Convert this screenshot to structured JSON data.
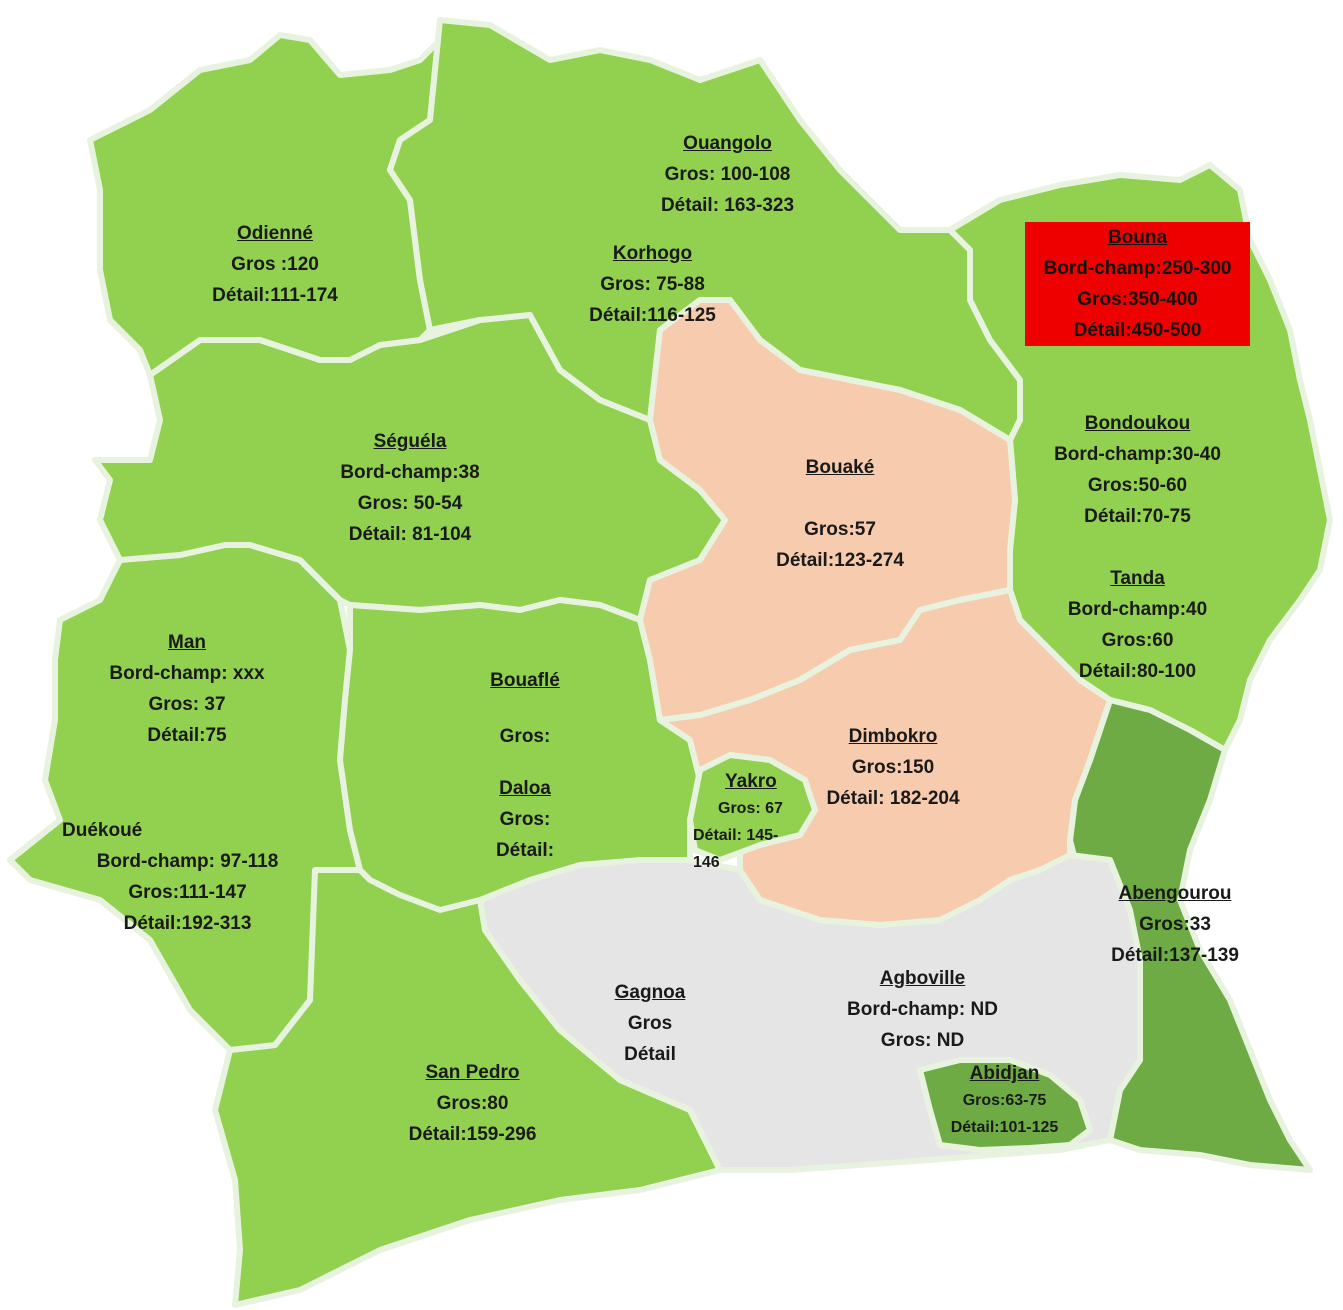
{
  "colors": {
    "green": "#92d050",
    "dark_green": "#6fab45",
    "peach": "#f7cbad",
    "grey": "#e5e5e5",
    "border": "#e8f3df",
    "alert_red": "#ee0000"
  },
  "regions": {
    "ouangolo": {
      "name": "Ouangolo",
      "l1": "Gros:  100-108",
      "l2": "Détail: 163-323"
    },
    "odienne": {
      "name": "Odienné",
      "l1": "Gros :120",
      "l2": "Détail:111-174"
    },
    "korhogo": {
      "name": "Korhogo",
      "l1": "Gros: 75-88",
      "l2": "Détail:116-125"
    },
    "bouna": {
      "name": "Bouna",
      "l1": "Bord-champ:250-300",
      "l2": "Gros:350-400",
      "l3": "Détail:450-500"
    },
    "seguela": {
      "name": "Séguéla",
      "l1": "Bord-champ:38",
      "l2": "Gros: 50-54",
      "l3": "Détail: 81-104"
    },
    "bouake": {
      "name": "Bouaké",
      "l1": "Gros:57",
      "l2": "Détail:123-274"
    },
    "bondoukou": {
      "name": "Bondoukou",
      "l1": "Bord-champ:30-40",
      "l2": "Gros:50-60",
      "l3": "Détail:70-75"
    },
    "tanda": {
      "name": "Tanda",
      "l1": "Bord-champ:40",
      "l2": "Gros:60",
      "l3": "Détail:80-100"
    },
    "man": {
      "name": "Man",
      "l1": "Bord-champ: xxx",
      "l2": "Gros: 37",
      "l3": "Détail:75"
    },
    "bouafle": {
      "name": "Bouaflé",
      "l1": "Gros:"
    },
    "daloa": {
      "name": "Daloa",
      "l1": "Gros:",
      "l2": "Détail:"
    },
    "yakro": {
      "name": "Yakro",
      "l1": "Gros: 67",
      "l2": "Détail: 145-",
      "l3": "146"
    },
    "dimbokro": {
      "name": "Dimbokro",
      "l1": "Gros:150",
      "l2": "Détail: 182-204"
    },
    "duekoue": {
      "name": "Duékoué",
      "l1": "Bord-champ: 97-118",
      "l2": "Gros:111-147",
      "l3": "Détail:192-313"
    },
    "abengourou": {
      "name": "Abengourou",
      "l1": "Gros:33",
      "l2": "Détail:137-139"
    },
    "gagnoa": {
      "name": "Gagnoa",
      "l1": "Gros",
      "l2": "Détail"
    },
    "agboville": {
      "name": "Agboville",
      "l1": "Bord-champ: ND",
      "l2": "Gros: ND"
    },
    "abidjan": {
      "name": "Abidjan",
      "l1": "Gros:63-75",
      "l2": "Détail:101-125"
    },
    "san_pedro": {
      "name": "San Pedro",
      "l1": "Gros:80",
      "l2": "Détail:159-296"
    }
  }
}
